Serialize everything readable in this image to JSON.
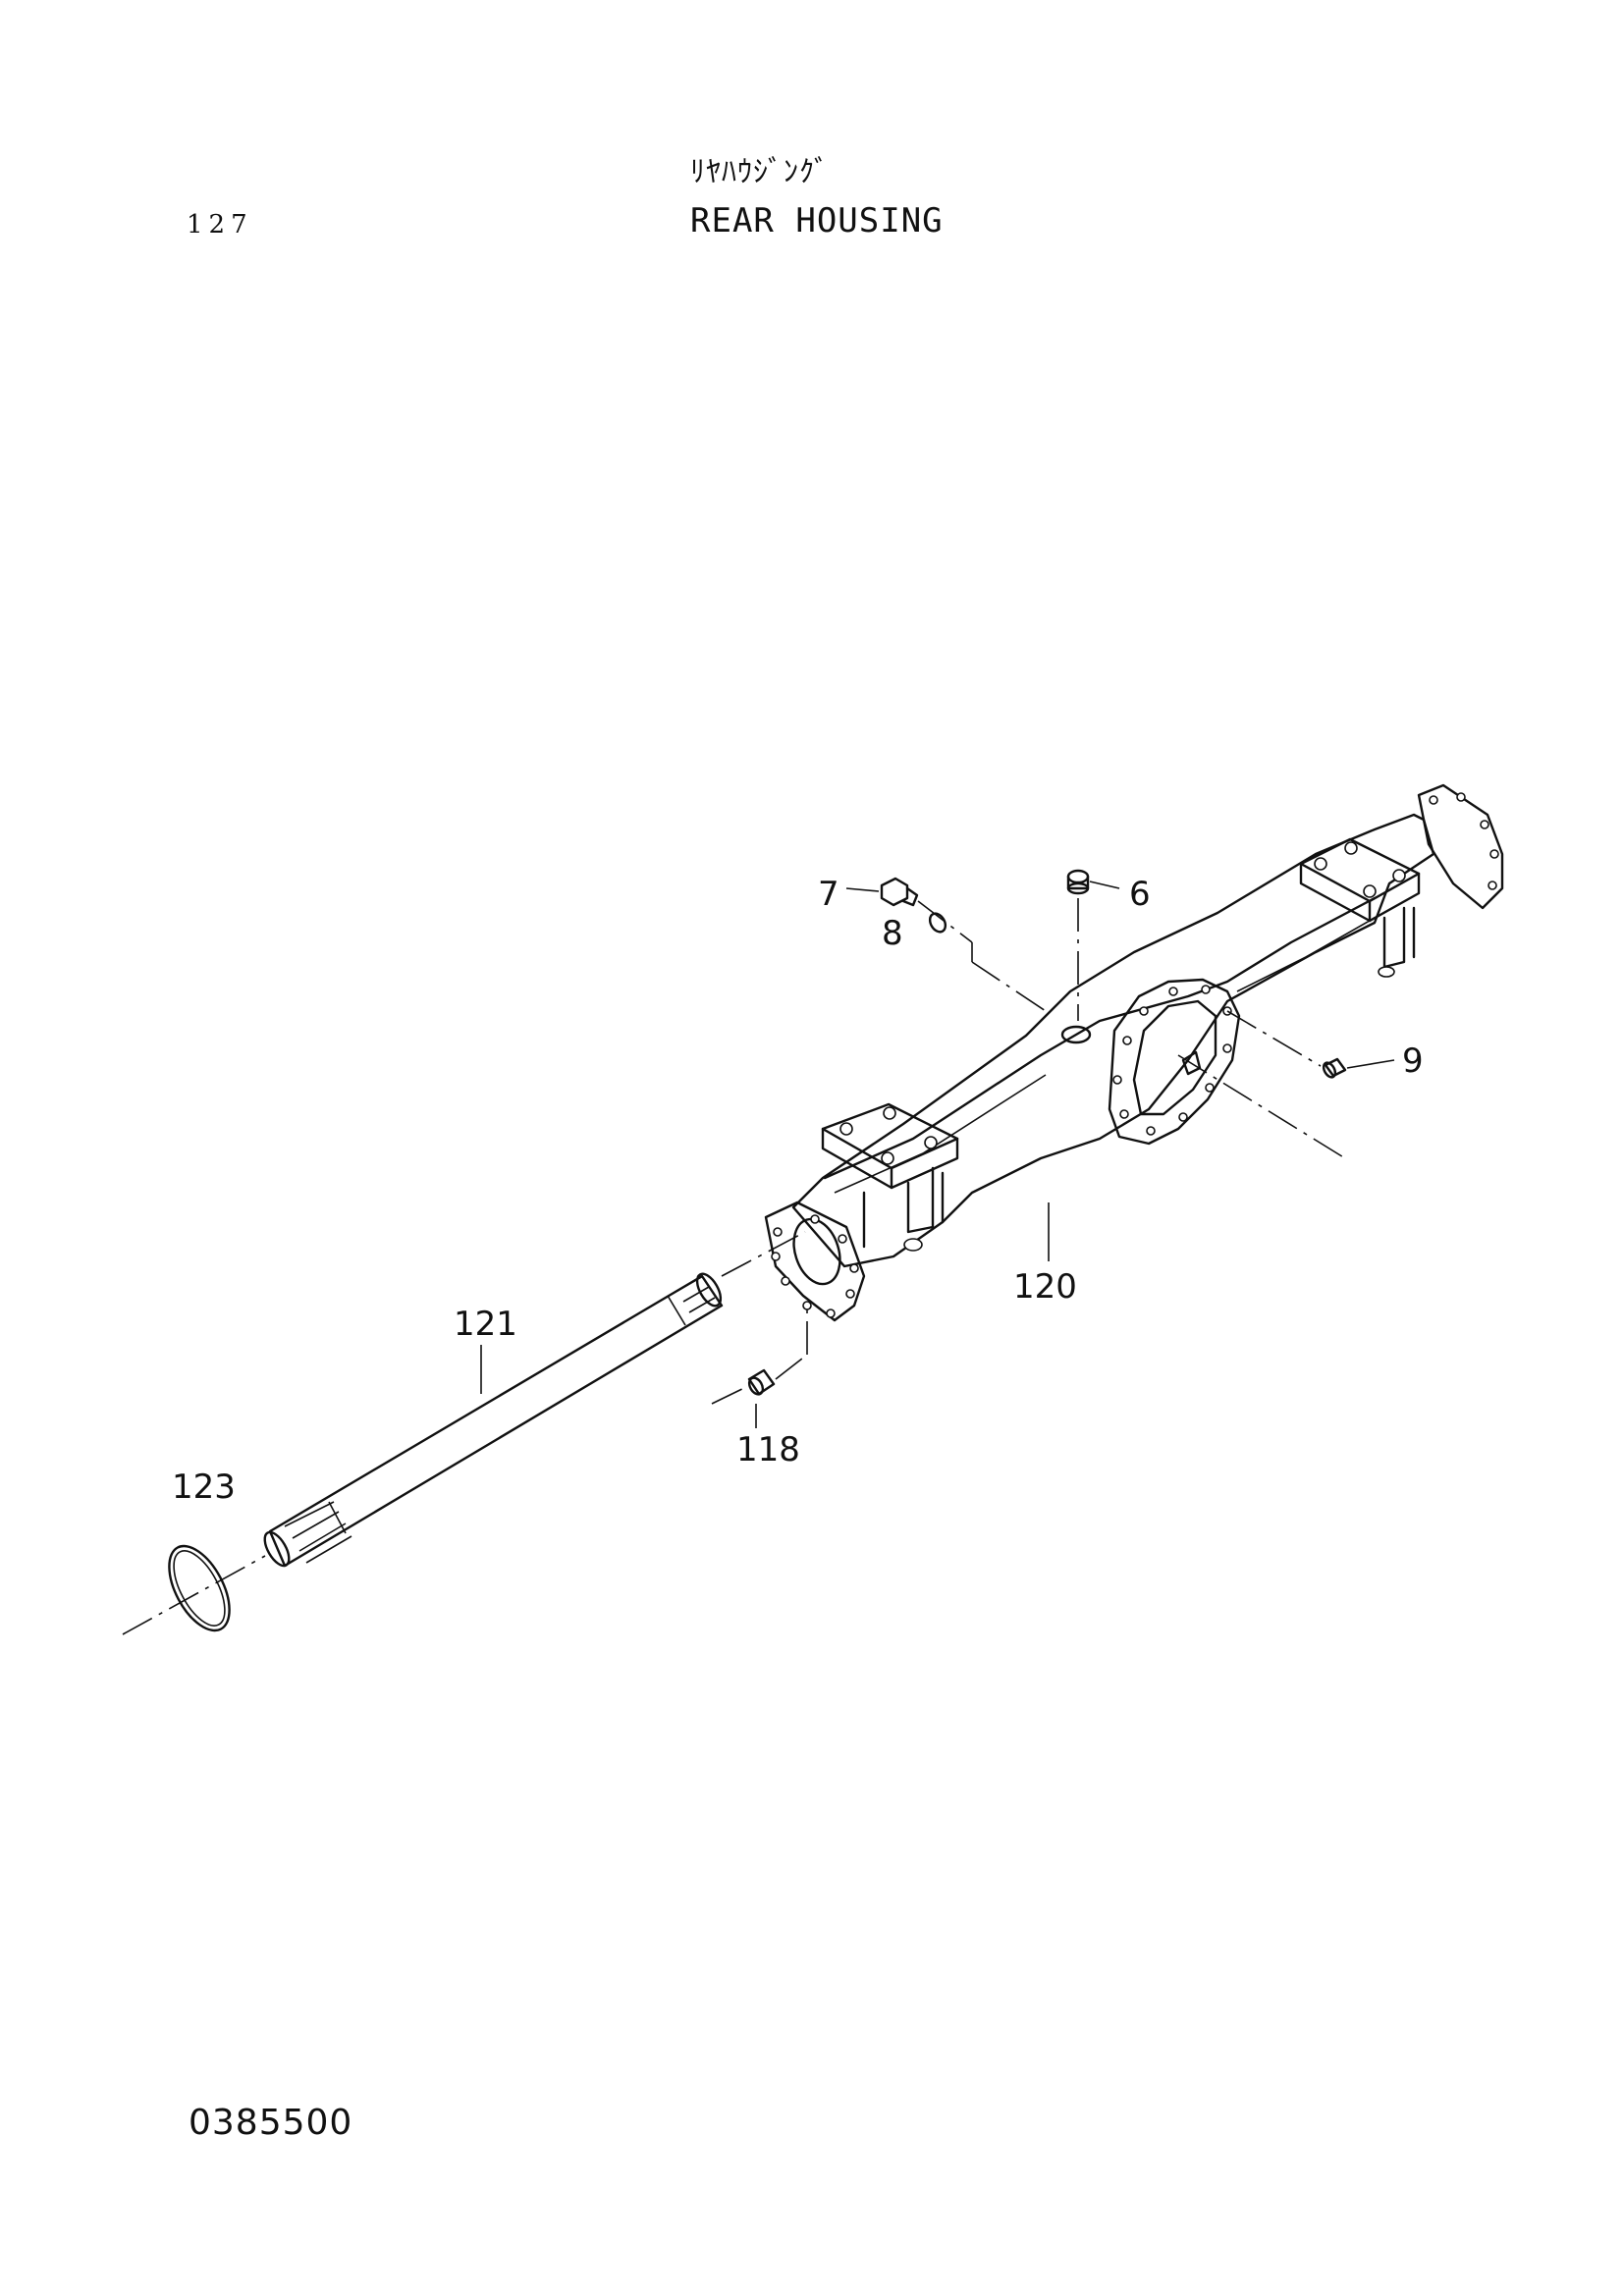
{
  "header": {
    "page_number": "127",
    "title_kana": "ﾘﾔﾊｳｼﾞﾝｸﾞ",
    "title_en": "REAR HOUSING"
  },
  "footer": {
    "doc_code": "0385500"
  },
  "callouts": {
    "c6": "6",
    "c7": "7",
    "c8": "8",
    "c9": "9",
    "c118": "118",
    "c120": "120",
    "c121": "121",
    "c123": "123"
  }
}
